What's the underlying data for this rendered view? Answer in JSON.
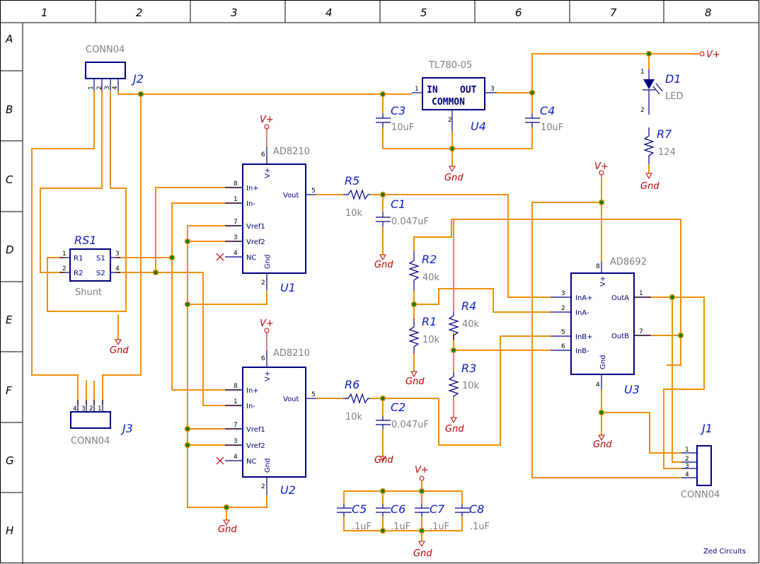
{
  "colors": {
    "wire": "#f0900a",
    "body": "#000080",
    "ref": "#0a1ec8",
    "power": "#c00000",
    "junction": "#008000"
  },
  "columns": [
    "1",
    "2",
    "3",
    "4",
    "5",
    "6",
    "7",
    "8"
  ],
  "rows": [
    "A",
    "B",
    "C",
    "D",
    "E",
    "F",
    "G",
    "H"
  ],
  "power": {
    "vplus": "V+",
    "gnd": "Gnd"
  },
  "components": {
    "J2": {
      "ref": "J2",
      "value": "CONN04",
      "pins": [
        "1",
        "2",
        "3",
        "4"
      ]
    },
    "J3": {
      "ref": "J3",
      "value": "CONN04",
      "pins": [
        "4",
        "3",
        "2",
        "1"
      ]
    },
    "J1": {
      "ref": "J1",
      "value": "CONN04",
      "pins": [
        "1",
        "2",
        "3",
        "4"
      ]
    },
    "RS1": {
      "ref": "RS1",
      "value": "Shunt",
      "pin_names": [
        "R1",
        "R2",
        "S1",
        "S2"
      ],
      "pin_nums": [
        "1",
        "2",
        "3",
        "4"
      ]
    },
    "U4": {
      "ref": "U4",
      "value": "TL780-05",
      "in": "IN",
      "out": "OUT",
      "common": "COMMON",
      "pin_nums": [
        "1",
        "3",
        "2"
      ]
    },
    "C3": {
      "ref": "C3",
      "value": "10uF"
    },
    "C4": {
      "ref": "C4",
      "value": "10uF"
    },
    "D1": {
      "ref": "D1",
      "value": "LED",
      "pin_nums": [
        "1",
        "2"
      ]
    },
    "R7": {
      "ref": "R7",
      "value": "124"
    },
    "U1": {
      "ref": "U1",
      "value": "AD8210",
      "pins": {
        "inp": "In+",
        "inm": "In-",
        "vref1": "Vref1",
        "vref2": "Vref2",
        "nc": "NC",
        "vout": "Vout",
        "vplus": "V+",
        "gnd": "Gnd"
      },
      "nums": {
        "inp": "8",
        "inm": "1",
        "vref1": "7",
        "vref2": "3",
        "nc": "4",
        "vout": "5",
        "vplus": "6",
        "gnd": "2"
      }
    },
    "U2": {
      "ref": "U2",
      "value": "AD8210",
      "pins": {
        "inp": "In+",
        "inm": "In-",
        "vref1": "Vref1",
        "vref2": "Vref2",
        "nc": "NC",
        "vout": "Vout",
        "vplus": "V+",
        "gnd": "Gnd"
      },
      "nums": {
        "inp": "8",
        "inm": "1",
        "vref1": "7",
        "vref2": "3",
        "nc": "4",
        "vout": "5",
        "vplus": "6",
        "gnd": "2"
      }
    },
    "R5": {
      "ref": "R5",
      "value": "10k"
    },
    "R6": {
      "ref": "R6",
      "value": "10k"
    },
    "C1": {
      "ref": "C1",
      "value": "0.047uF"
    },
    "C2": {
      "ref": "C2",
      "value": "0.047uF"
    },
    "R2": {
      "ref": "R2",
      "value": "40k"
    },
    "R1": {
      "ref": "R1",
      "value": "10k"
    },
    "R4": {
      "ref": "R4",
      "value": "40k"
    },
    "R3": {
      "ref": "R3",
      "value": "10k"
    },
    "U3": {
      "ref": "U3",
      "value": "AD8692",
      "pins": {
        "ina_p": "InA+",
        "ina_m": "InA-",
        "inb_p": "InB+",
        "inb_m": "InB-",
        "outa": "OutA",
        "outb": "OutB",
        "vplus": "V+",
        "gnd": "Gnd"
      },
      "nums": {
        "ina_p": "3",
        "ina_m": "2",
        "inb_p": "5",
        "inb_m": "6",
        "outa": "1",
        "outb": "7",
        "vplus": "8",
        "gnd": "4"
      }
    },
    "C5": {
      "ref": "C5",
      "value": ".1uF"
    },
    "C6": {
      "ref": "C6",
      "value": ".1uF"
    },
    "C7": {
      "ref": "C7",
      "value": ".1uF"
    },
    "C8": {
      "ref": "C8",
      "value": ".1uF"
    }
  },
  "footer": "Zed Circuits"
}
